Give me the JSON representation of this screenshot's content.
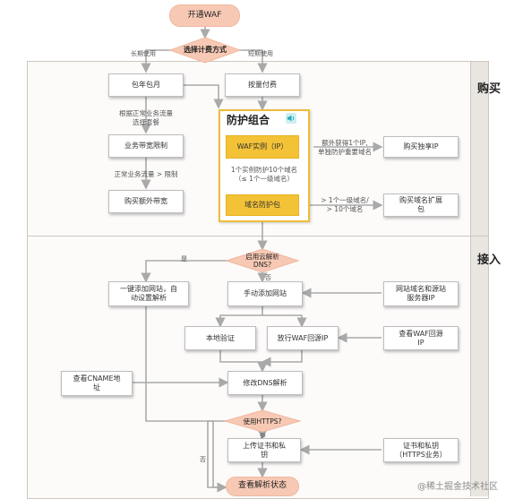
{
  "start": "开通WAF",
  "decision_billing": "选择计费方式",
  "label_long": "长期使用",
  "label_short": "短期使用",
  "lane_purchase": "购买",
  "lane_access": "接入",
  "box_monthly": "包年包月",
  "box_payg": "按量付费",
  "note_select_package": "根据正常业务流量\n选择套餐",
  "box_bandwidth_limit": "业务带宽限制",
  "note_over_limit": "正常业务流量 > 限制",
  "box_buy_bandwidth": "购买额外带宽",
  "combo_title": "防护组合",
  "box_waf_instance": "WAF实例（IP）",
  "note_extra_ip": "额外获得1个IP,\n单独防护重要域名",
  "box_buy_ip": "购买独享IP",
  "note_instance_domains": "1个实例防护10个域名\n（≤ 1个一级域名）",
  "box_domain_pack": "域名防护包",
  "note_more_domains": "> 1个一级域名/\n> 10个域名",
  "box_buy_domain_ext": "购买域名扩展\n包",
  "decision_dns": "启用云解析\nDNS?",
  "label_yes_dns": "是",
  "label_no_dns": "否",
  "box_auto_add": "一键添加网站，自\n动设置解析",
  "box_manual_add": "手动添加网站",
  "box_domain_server": "网站域名和源站\n服务器IP",
  "box_local_verify": "本地验证",
  "box_allow_ip": "放行WAF回源IP",
  "box_check_ip": "查看WAF回源\nIP",
  "box_check_cname": "查看CNAME地\n址",
  "box_modify_dns": "修改DNS解析",
  "decision_https": "使用HTTPS?",
  "label_yes_https": "是",
  "label_no_https": "否",
  "box_upload_cert": "上传证书和私\n钥",
  "box_cert_key": "证书和私钥\n（HTTPS业务）",
  "end": "查看解析状态",
  "watermark": "@稀土掘金技术社区",
  "colors": {
    "pill": "#f7c9b4",
    "yellow": "#f3c236",
    "combo_border": "#eebd3a",
    "arrow": "#a9a9a9"
  }
}
